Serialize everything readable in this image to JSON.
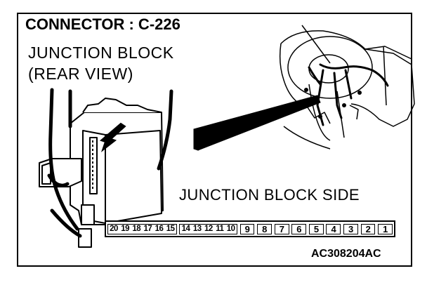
{
  "title": "CONNECTOR : C-226",
  "junction_block_label_line1": "JUNCTION BLOCK",
  "junction_block_label_line2": "(REAR VIEW)",
  "junction_block_side_label": "JUNCTION BLOCK SIDE",
  "reference_code": "AC308204AC",
  "connector_pins": [
    "20",
    "19",
    "18",
    "17",
    "16",
    "15",
    "14",
    "13",
    "12",
    "11",
    "10",
    "9",
    "8",
    "7",
    "6",
    "5",
    "4",
    "3",
    "2",
    "1"
  ],
  "pin_groups": [
    [
      "20",
      "19",
      "18",
      "17",
      "16",
      "15"
    ],
    [
      "14",
      "13",
      "12",
      "11",
      "10"
    ],
    [
      "9"
    ],
    [
      "8"
    ],
    [
      "7"
    ],
    [
      "6"
    ],
    [
      "5"
    ],
    [
      "4"
    ],
    [
      "3"
    ],
    [
      "2"
    ],
    [
      "1"
    ]
  ]
}
